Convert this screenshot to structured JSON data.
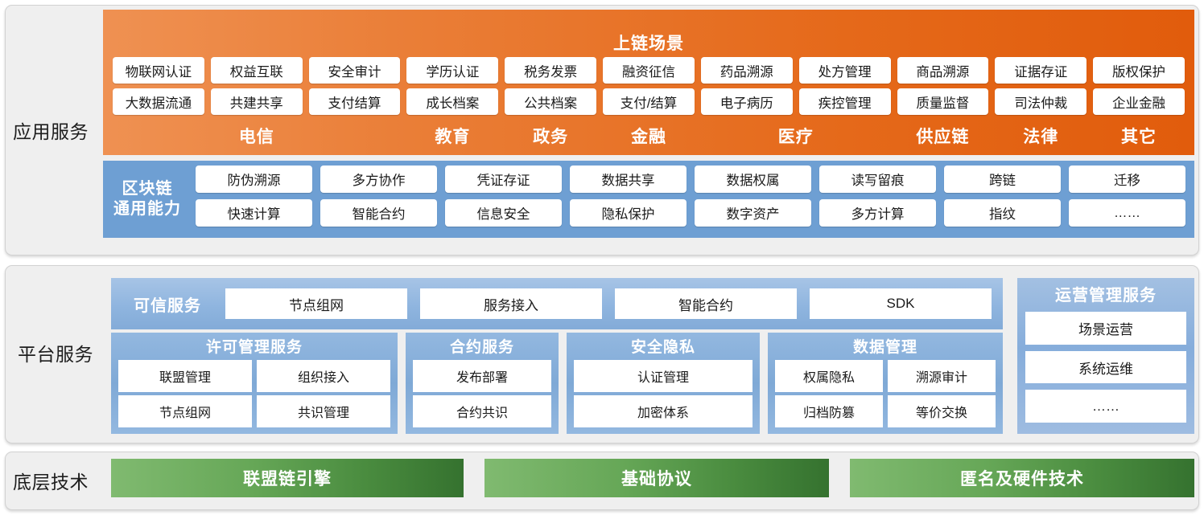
{
  "layers": {
    "application": "应用服务",
    "platform": "平台服务",
    "base": "底层技术"
  },
  "scene": {
    "title": "上链场景",
    "columns": [
      {
        "category": "电信",
        "cells": [
          [
            "物联网认证",
            "大数据流通"
          ],
          [
            "权益互联",
            "共建共享"
          ],
          [
            "安全审计",
            "支付结算"
          ]
        ]
      },
      {
        "category": "教育",
        "cells": [
          [
            "学历认证",
            "成长档案"
          ]
        ]
      },
      {
        "category": "政务",
        "cells": [
          [
            "税务发票",
            "公共档案"
          ]
        ]
      },
      {
        "category": "金融",
        "cells": [
          [
            "融资征信",
            "支付/结算"
          ]
        ]
      },
      {
        "category": "医疗",
        "cells": [
          [
            "药品溯源",
            "电子病历"
          ],
          [
            "处方管理",
            "疾控管理"
          ]
        ]
      },
      {
        "category": "供应链",
        "cells": [
          [
            "商品溯源",
            "质量监督"
          ]
        ]
      },
      {
        "category": "法律",
        "cells": [
          [
            "证据存证",
            "司法仲裁"
          ]
        ]
      },
      {
        "category": "其它",
        "cells": [
          [
            "版权保护",
            "企业金融"
          ]
        ]
      }
    ]
  },
  "capability": {
    "title_line1": "区块链",
    "title_line2": "通用能力",
    "columns": [
      [
        "防伪溯源",
        "快速计算"
      ],
      [
        "多方协作",
        "智能合约"
      ],
      [
        "凭证存证",
        "信息安全"
      ],
      [
        "数据共享",
        "隐私保护"
      ],
      [
        "数据权属",
        "数字资产"
      ],
      [
        "读写留痕",
        "多方计算"
      ],
      [
        "跨链",
        "指纹"
      ],
      [
        "迁移",
        "……"
      ]
    ]
  },
  "trusted_service": {
    "title": "可信服务",
    "items": [
      "节点组网",
      "服务接入",
      "智能合约",
      "SDK"
    ]
  },
  "platform_groups": [
    {
      "title": "许可管理服务",
      "rows": [
        [
          "联盟管理",
          "组织接入"
        ],
        [
          "节点组网",
          "共识管理"
        ]
      ]
    },
    {
      "title": "合约服务",
      "rows": [
        [
          "发布部署"
        ],
        [
          "合约共识"
        ]
      ]
    },
    {
      "title": "安全隐私",
      "rows": [
        [
          "认证管理"
        ],
        [
          "加密体系"
        ]
      ]
    },
    {
      "title": "数据管理",
      "rows": [
        [
          "权属隐私",
          "溯源审计"
        ],
        [
          "归档防篡",
          "等价交换"
        ]
      ]
    }
  ],
  "ops": {
    "title": "运营管理服务",
    "items": [
      "场景运营",
      "系统运维",
      "……"
    ]
  },
  "base_tech": {
    "items": [
      "联盟链引擎",
      "基础协议",
      "匿名及硬件技术"
    ]
  },
  "colors": {
    "scene_orange_light": "#ef9152",
    "scene_orange_dark": "#e15c0c",
    "capability_blue": "#6e9fd3",
    "platform_blue": "#7fa9d6",
    "base_green_light": "#80ba70",
    "base_green_dark": "#35722f",
    "panel_grey": "#efefef"
  }
}
